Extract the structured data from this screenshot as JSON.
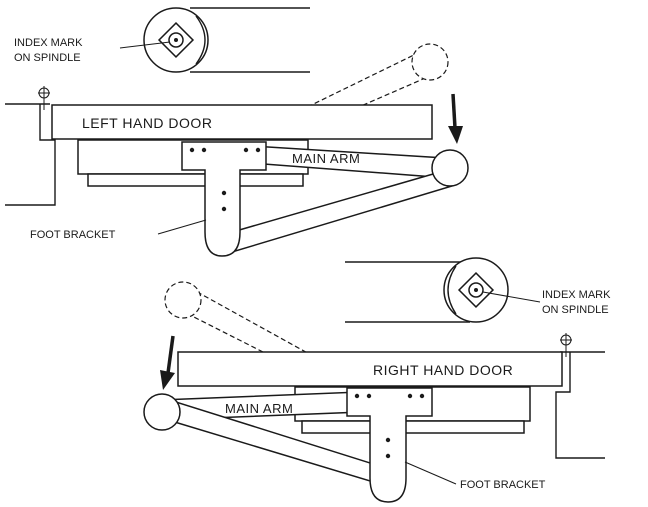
{
  "top_detail": {
    "index_mark_line1": "INDEX MARK",
    "index_mark_line2": "ON SPINDLE",
    "door_label": "LEFT HAND DOOR",
    "arm_label": "MAIN ARM",
    "bracket_label": "FOOT BRACKET"
  },
  "bottom_detail": {
    "index_mark_line1": "INDEX MARK",
    "index_mark_line2": "ON SPINDLE",
    "door_label": "RIGHT HAND DOOR",
    "arm_label": "MAIN ARM",
    "bracket_label": "FOOT BRACKET"
  }
}
